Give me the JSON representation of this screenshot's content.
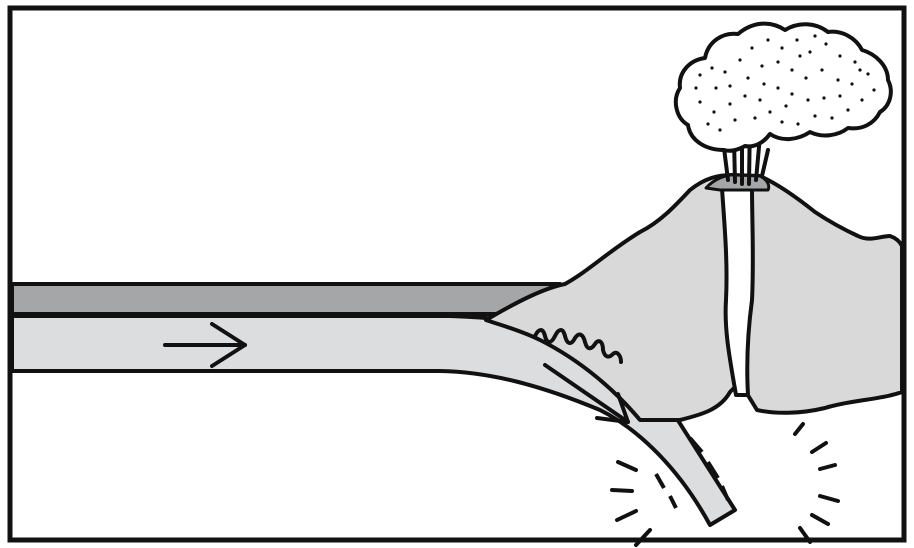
{
  "diagram": {
    "type": "subduction-zone-illustration",
    "labels": [],
    "colors": {
      "background": "#ffffff",
      "outline": "#111111",
      "volcano_crust": "#d9d9da",
      "ocean_layer": "#a5a6a8",
      "subducting_plate": "#dcdddf",
      "ash_cloud": "#ffffff"
    },
    "elements": {
      "frame": "frame",
      "ocean": "ocean-water-layer",
      "plate": "subducting-oceanic-plate",
      "volcano": "volcano-crust",
      "magma": "magma-conduit",
      "ash": "ash-cloud",
      "motion": "plate-motion-arrow",
      "friction": "friction-squiggle",
      "earthquake": "earthquake-burst"
    }
  }
}
